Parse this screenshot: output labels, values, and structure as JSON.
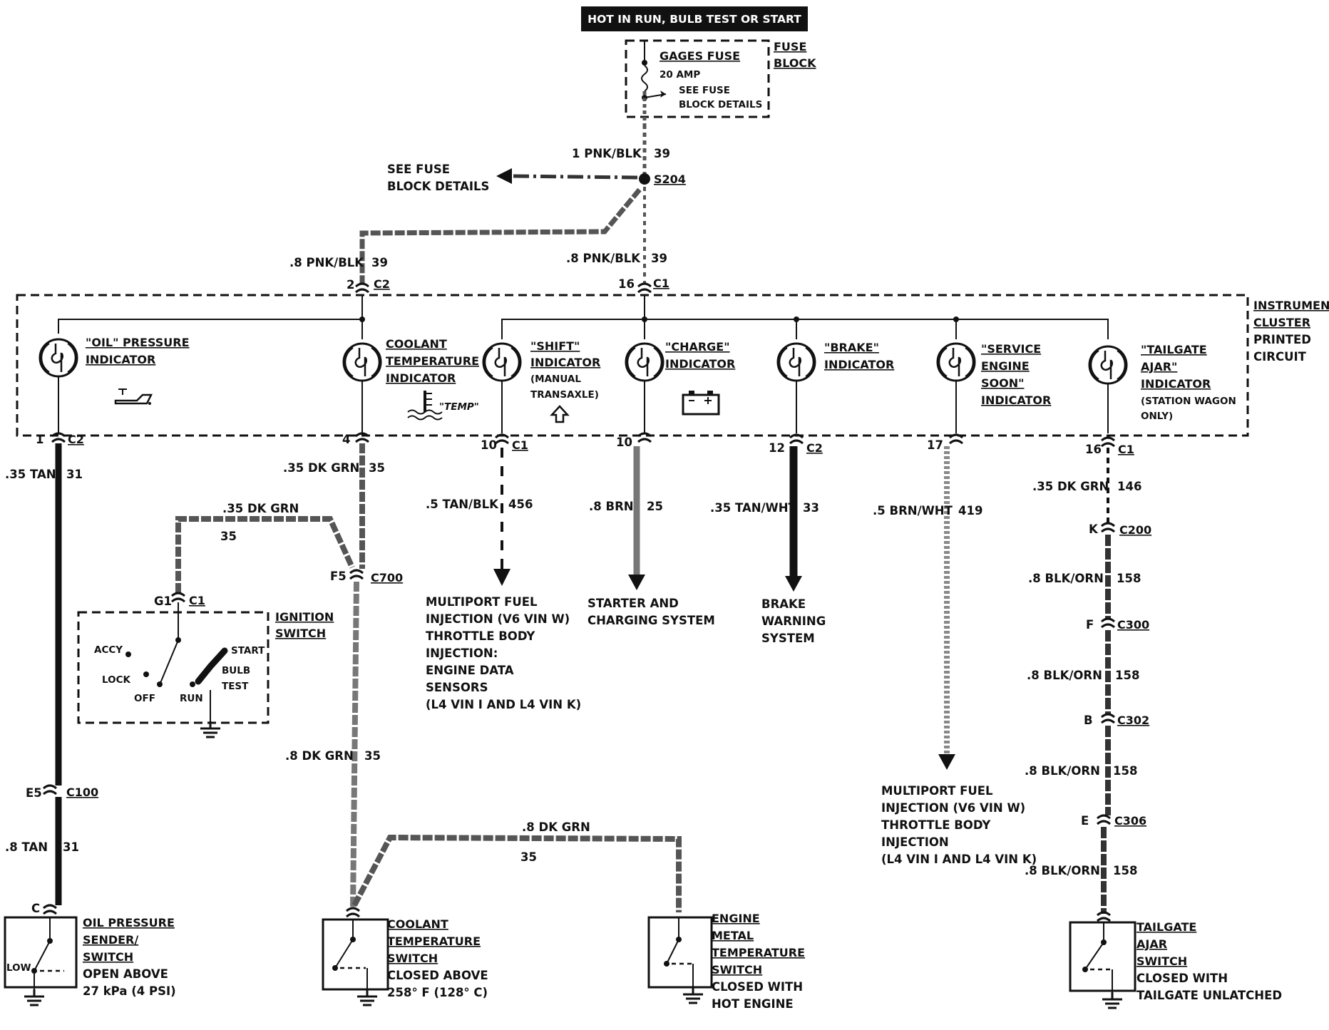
{
  "header": {
    "title": "HOT IN RUN, BULB TEST OR START"
  },
  "fuse": {
    "name": "GAGES FUSE",
    "rating": "20 AMP",
    "details_1": "SEE FUSE",
    "details_2": "BLOCK DETAILS",
    "block_label_1": "FUSE",
    "block_label_2": "BLOCK"
  },
  "splice": {
    "id": "S204",
    "see_1": "SEE FUSE",
    "see_2": "BLOCK DETAILS",
    "feed_wire": "1 PNK/BLK",
    "feed_circuit": "39"
  },
  "cluster": {
    "label_1": "INSTRUMENT",
    "label_2": "CLUSTER",
    "label_3": "PRINTED",
    "label_4": "CIRCUIT",
    "input_left": {
      "wire": ".8 PNK/BLK",
      "circuit": "39",
      "pin": "2",
      "connector": "C2"
    },
    "input_right": {
      "wire": ".8 PNK/BLK",
      "circuit": "39",
      "pin": "16",
      "connector": "C1"
    }
  },
  "indicators": {
    "oil": {
      "line1": "\"OIL\" PRESSURE",
      "line2": "INDICATOR"
    },
    "coolant": {
      "line1": "COOLANT",
      "line2": "TEMPERATURE",
      "line3": "INDICATOR",
      "temp_label": "\"TEMP\""
    },
    "shift": {
      "line1": "\"SHIFT\"",
      "line2": "INDICATOR",
      "line3": "(MANUAL",
      "line4": "TRANSAXLE)"
    },
    "charge": {
      "line1": "\"CHARGE\"",
      "line2": "INDICATOR"
    },
    "brake": {
      "line1": "\"BRAKE\"",
      "line2": "INDICATOR"
    },
    "ses": {
      "line1": "\"SERVICE",
      "line2": "ENGINE",
      "line3": "SOON\"",
      "line4": "INDICATOR"
    },
    "tailgate": {
      "line1": "\"TAILGATE",
      "line2": "AJAR\"",
      "line3": "INDICATOR",
      "line4": "(STATION WAGON",
      "line5": "ONLY)"
    }
  },
  "outputs": {
    "oil": {
      "pin": "1",
      "connector": "C2",
      "wire": ".35 TAN",
      "circuit": "31"
    },
    "coolant": {
      "pin": "4",
      "wire": ".35 DK GRN",
      "circuit": "35"
    },
    "shift": {
      "pin": "10",
      "connector": "C1",
      "wire": ".5 TAN/BLK",
      "circuit": "456"
    },
    "charge": {
      "pin": "10",
      "wire": ".8 BRN",
      "circuit": "25"
    },
    "brake": {
      "pin": "12",
      "connector": "C2",
      "wire": ".35 TAN/WHT",
      "circuit": "33"
    },
    "ses": {
      "pin": "17",
      "wire": ".5 BRN/WHT",
      "circuit": "419"
    },
    "tailgate": {
      "pin": "16",
      "connector": "C1",
      "wire": ".35 DK GRN",
      "circuit": "146"
    }
  },
  "destinations": {
    "shift": [
      "MULTIPORT FUEL",
      "INJECTION (V6 VIN W)",
      "THROTTLE BODY",
      "INJECTION:",
      "ENGINE DATA",
      "SENSORS",
      "(L4 VIN I AND L4 VIN K)"
    ],
    "charge": [
      "STARTER AND",
      "CHARGING SYSTEM"
    ],
    "brake": [
      "BRAKE",
      "WARNING",
      "SYSTEM"
    ],
    "ses": [
      "MULTIPORT FUEL",
      "INJECTION (V6 VIN W)",
      "THROTTLE BODY",
      "INJECTION",
      "(L4 VIN I AND L4 VIN K)"
    ]
  },
  "ignition": {
    "label_1": "IGNITION",
    "label_2": "SWITCH",
    "pin": "G1",
    "connector": "C1",
    "wire": ".35 DK GRN",
    "circuit": "35",
    "accy": "ACCY",
    "lock": "LOCK",
    "off": "OFF",
    "run": "RUN",
    "start": "START",
    "bulb": "BULB",
    "test": "TEST"
  },
  "c700": {
    "pin": "F5",
    "connector": "C700"
  },
  "coolant_lower": {
    "wire": ".8 DK GRN",
    "circuit": "35"
  },
  "emt_branch": {
    "wire": ".8 DK GRN",
    "circuit": "35"
  },
  "c100": {
    "pin": "E5",
    "connector": "C100",
    "wire": ".8 TAN",
    "circuit": "31"
  },
  "oil_sender": {
    "pin": "C",
    "low": "LOW",
    "label": [
      "OIL PRESSURE",
      "SENDER/",
      "SWITCH",
      "OPEN ABOVE",
      "27 kPa (4 PSI)"
    ]
  },
  "coolant_switch": {
    "label": [
      "COOLANT",
      "TEMPERATURE",
      "SWITCH",
      "CLOSED ABOVE",
      "258° F (128° C)"
    ]
  },
  "emt_switch": {
    "label": [
      "ENGINE",
      "METAL",
      "TEMPERATURE",
      "SWITCH",
      "CLOSED WITH",
      "HOT ENGINE"
    ]
  },
  "tailgate_chain": {
    "c200": {
      "pin": "K",
      "connector": "C200",
      "wire": ".8 BLK/ORN",
      "circuit": "158"
    },
    "c300": {
      "pin": "F",
      "connector": "C300",
      "wire": ".8 BLK/ORN",
      "circuit": "158"
    },
    "c302": {
      "pin": "B",
      "connector": "C302",
      "wire": ".8 BLK/ORN",
      "circuit": "158"
    },
    "c306": {
      "pin": "E",
      "connector": "C306",
      "wire": ".8 BLK/ORN",
      "circuit": "158"
    }
  },
  "tailgate_switch": {
    "label": [
      "TAILGATE",
      "AJAR",
      "SWITCH",
      "CLOSED WITH",
      "TAILGATE UNLATCHED"
    ]
  }
}
